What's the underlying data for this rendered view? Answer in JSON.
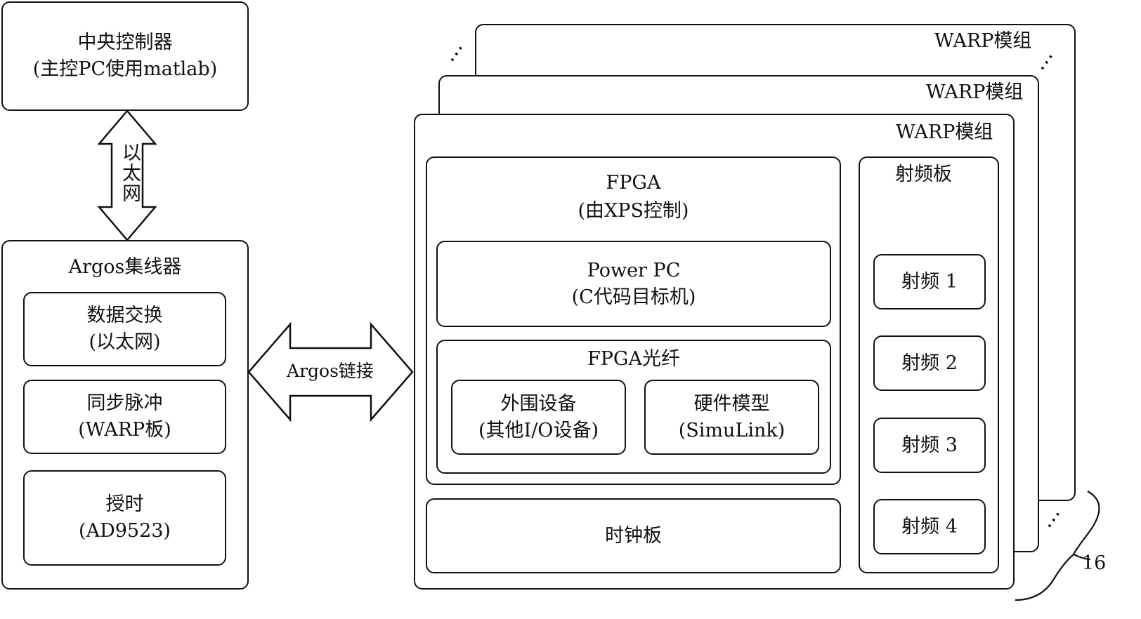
{
  "central": {
    "line1": "中央控制器",
    "line2": "(主控PC使用matlab)"
  },
  "ethernet_link": "以太网",
  "hub": {
    "title": "Argos集线器",
    "data_exchange": {
      "line1": "数据交换",
      "line2": "(以太网)"
    },
    "sync_pulse": {
      "line1": "同步脉冲",
      "line2": "(WARP板)"
    },
    "timing": {
      "line1": "授时",
      "line2": "(AD9523)"
    }
  },
  "argos_link": "Argos链接",
  "warp": {
    "module_label": "WARP模组",
    "fpga": {
      "line1": "FPGA",
      "line2": "(由XPS控制)"
    },
    "power_pc": {
      "line1": "Power PC",
      "line2": "(C代码目标机)"
    },
    "fpga_fiber": {
      "title": "FPGA光纤"
    },
    "peripheral": {
      "line1": "外围设备",
      "line2": "(其他I/O设备)"
    },
    "hardware_model": {
      "line1": "硬件模型",
      "line2": "(SimuLink)"
    },
    "clock_board": "时钟板",
    "rf_board": {
      "title": "射频板",
      "channels": [
        "射频 1",
        "射频 2",
        "射频 3",
        "射频 4"
      ]
    }
  },
  "module_count": "16",
  "dots": "⋯"
}
